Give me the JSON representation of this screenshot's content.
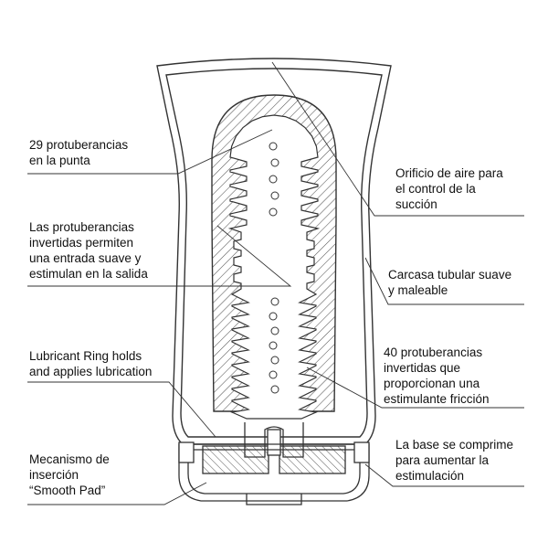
{
  "diagram": {
    "labels": [
      {
        "id": "tip-bumps",
        "text": "29 protuberancias\nen la punta"
      },
      {
        "id": "inverted-bumps",
        "text": "Las protuberancias\ninvertidas permiten\nuna entrada suave y\nestimulan en la salida"
      },
      {
        "id": "lubricant-ring",
        "text": "Lubricant Ring holds\nand applies lubrication"
      },
      {
        "id": "smooth-pad",
        "text": "Mecanismo de\ninserción\n“Smooth Pad”"
      },
      {
        "id": "air-hole",
        "text": "Orificio de aire para\nel control de la\nsucción"
      },
      {
        "id": "soft-casing",
        "text": "Carcasa tubular suave\ny maleable"
      },
      {
        "id": "friction-bumps",
        "text": "40 protuberancias\ninvertidas que\nproporcionan una\nestimulante fricción"
      },
      {
        "id": "base",
        "text": "La base se comprime\npara aumentar la\nestimulación"
      }
    ],
    "colors": {
      "stroke": "#333333",
      "hatch": "#555555",
      "background": "#ffffff"
    }
  }
}
